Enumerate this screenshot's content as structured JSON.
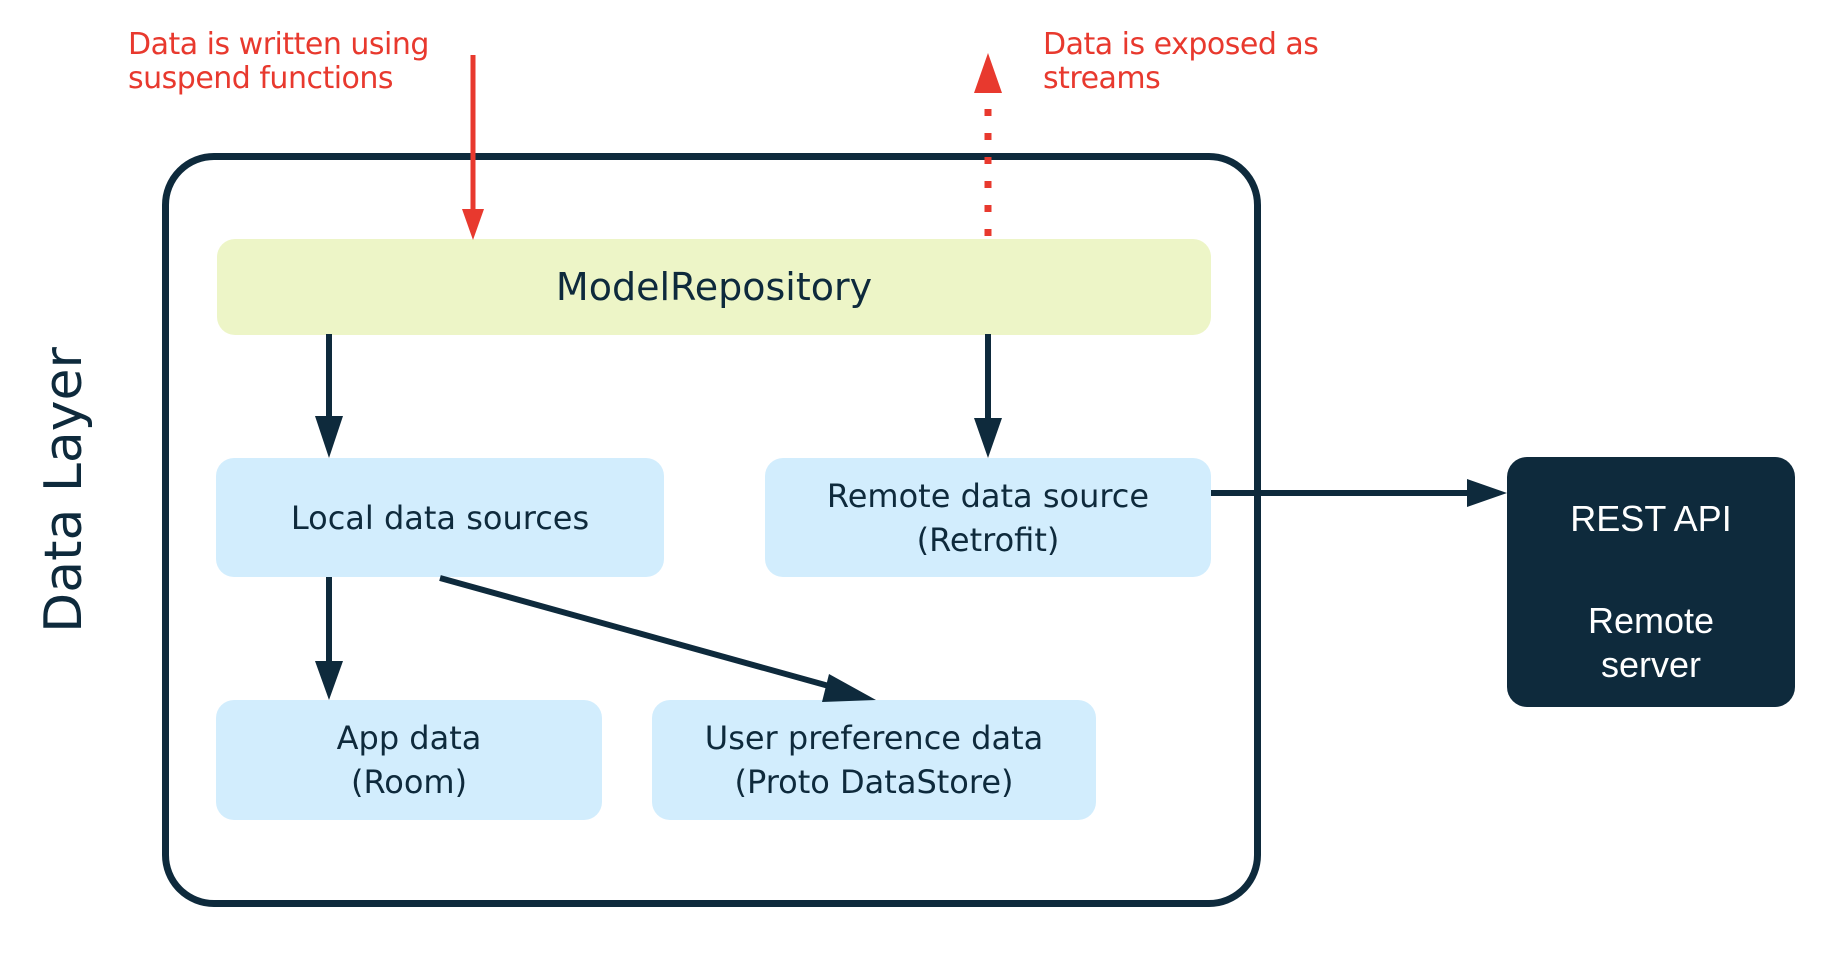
{
  "annotations": {
    "write": {
      "lines": [
        "Data is written using",
        "suspend functions"
      ]
    },
    "expose": {
      "lines": [
        "Data is exposed as",
        "streams"
      ]
    }
  },
  "layer_label": "Data Layer",
  "nodes": {
    "repository": {
      "label": "ModelRepository"
    },
    "local_sources": {
      "lines": [
        "Local data sources"
      ]
    },
    "remote_source": {
      "lines": [
        "Remote data source",
        "(Retrofit)"
      ]
    },
    "app_data": {
      "lines": [
        "App data",
        "(Room)"
      ]
    },
    "user_prefs": {
      "lines": [
        "User preference data",
        "(Proto DataStore)"
      ]
    },
    "remote_server": {
      "title": "REST API",
      "lines": [
        "Remote",
        "server"
      ]
    }
  },
  "edges": [
    {
      "from": "external",
      "to": "repository",
      "style": "solid-red",
      "meaning": "write"
    },
    {
      "from": "repository",
      "to": "external",
      "style": "dotted-red",
      "meaning": "expose"
    },
    {
      "from": "repository",
      "to": "local_sources",
      "style": "solid"
    },
    {
      "from": "repository",
      "to": "remote_source",
      "style": "solid"
    },
    {
      "from": "local_sources",
      "to": "app_data",
      "style": "solid"
    },
    {
      "from": "local_sources",
      "to": "user_prefs",
      "style": "solid"
    },
    {
      "from": "remote_source",
      "to": "remote_server",
      "style": "solid"
    }
  ],
  "colors": {
    "annotation_red": "#e8392e",
    "dark_navy": "#0e2a3c",
    "repository_fill": "#edf5c7",
    "datasource_fill": "#d2edfd",
    "server_fill": "#0e2a3c"
  }
}
